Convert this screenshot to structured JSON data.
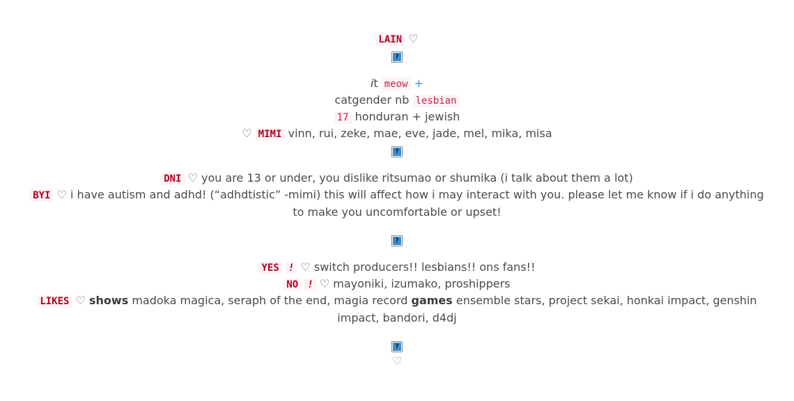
{
  "profile": {
    "name_tag": "LAIN",
    "heart": "♡",
    "pronoun_it": "i",
    "pronoun_t": "t",
    "meow_tag": "meow",
    "plus": "+",
    "gender_text": "catgender nb",
    "lesbian_tag": "lesbian",
    "age_tag": "17",
    "heritage_text": "honduran + jewish",
    "mimi_tag": "MIMI",
    "mimi_text": "vinn, rui, zeke, mae, eve, jade, mel, mika, misa"
  },
  "image_placeholder": "?",
  "rules": {
    "dni_tag": "DNI",
    "dni_text": "you are 13 or under, you dislike ritsumao or shumika (i talk about them a lot)",
    "byi_tag": "BYI",
    "byi_text": "i have autism and adhd! (“adhdtistic” -mimi) this will affect how i may interact with you. please let me know if i do anything to make you uncomfortable or upset!"
  },
  "prefs": {
    "yes_tag": "YES",
    "bang": "!",
    "yes_text": "switch producers!! lesbians!! ons fans!!",
    "no_tag": "NO",
    "no_text": "mayoniki, izumako, proshippers",
    "likes_tag": "LIKES",
    "shows_label": "shows",
    "shows_text": "madoka magica, seraph of the end, magia record",
    "games_label": "games",
    "games_text": "ensemble stars, project sekai, honkai impact, genshin impact, bandori, d4dj"
  },
  "footer_heart": "♡"
}
